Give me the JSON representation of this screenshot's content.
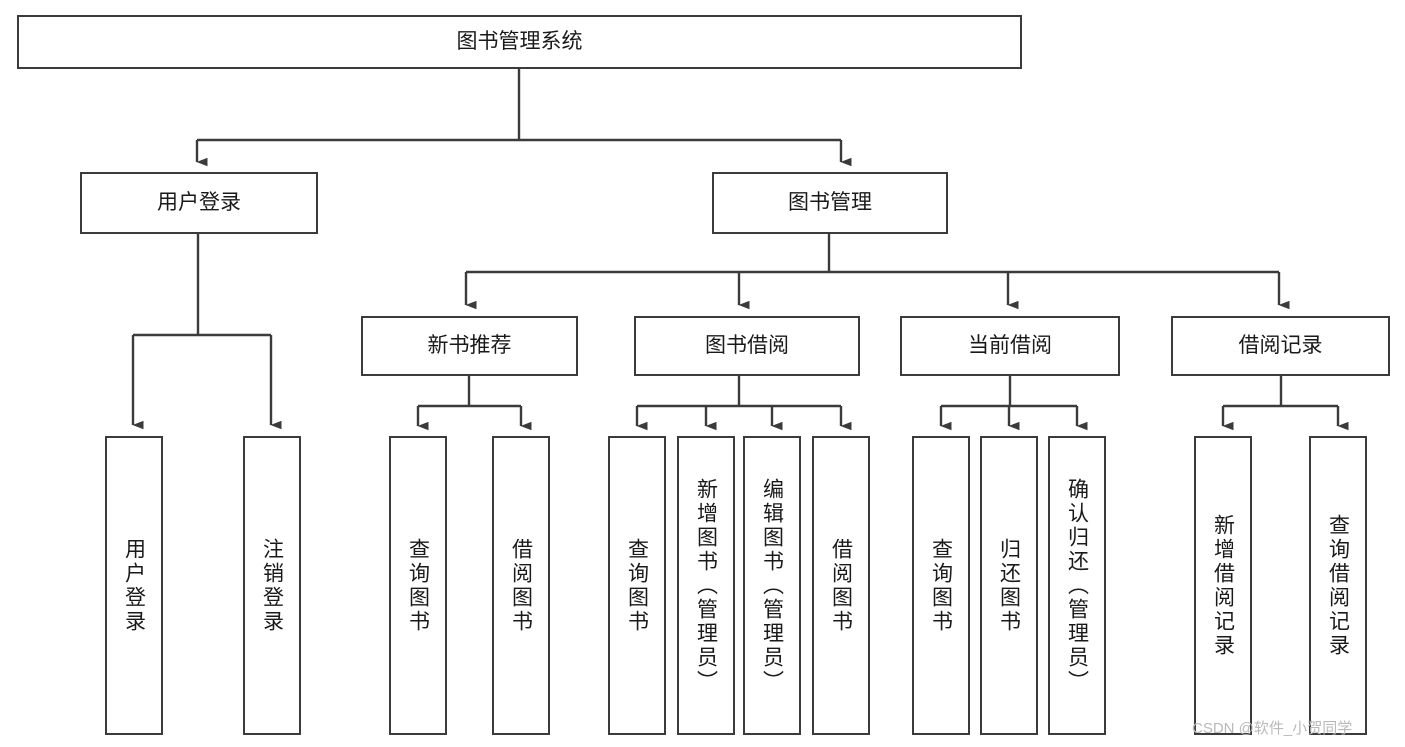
{
  "diagram": {
    "title": "图书管理系统",
    "type": "tree-hierarchy-diagram",
    "watermark": "CSDN @软件_小贺同学",
    "colors": {
      "stroke": "#3b3b3b",
      "fill": "#ffffff",
      "text": "#1a1a1a",
      "watermark": "#b9b9b9"
    },
    "root": {
      "label": "图书管理系统"
    },
    "level2": [
      {
        "label": "用户登录"
      },
      {
        "label": "图书管理"
      }
    ],
    "level3": [
      {
        "label": "新书推荐"
      },
      {
        "label": "图书借阅"
      },
      {
        "label": "当前借阅"
      },
      {
        "label": "借阅记录"
      }
    ],
    "leaves_user_login": [
      {
        "label": "用户登录"
      },
      {
        "label": "注销登录"
      }
    ],
    "leaves_new_book": [
      {
        "label": "查询图书"
      },
      {
        "label": "借阅图书"
      }
    ],
    "leaves_borrow": [
      {
        "label": "查询图书"
      },
      {
        "label": "新增图书（管理员）"
      },
      {
        "label": "编辑图书（管理员）"
      },
      {
        "label": "借阅图书"
      }
    ],
    "leaves_current": [
      {
        "label": "查询图书"
      },
      {
        "label": "归还图书"
      },
      {
        "label": "确认归还（管理员）"
      }
    ],
    "leaves_records": [
      {
        "label": "新增借阅记录"
      },
      {
        "label": "查询借阅记录"
      }
    ]
  }
}
